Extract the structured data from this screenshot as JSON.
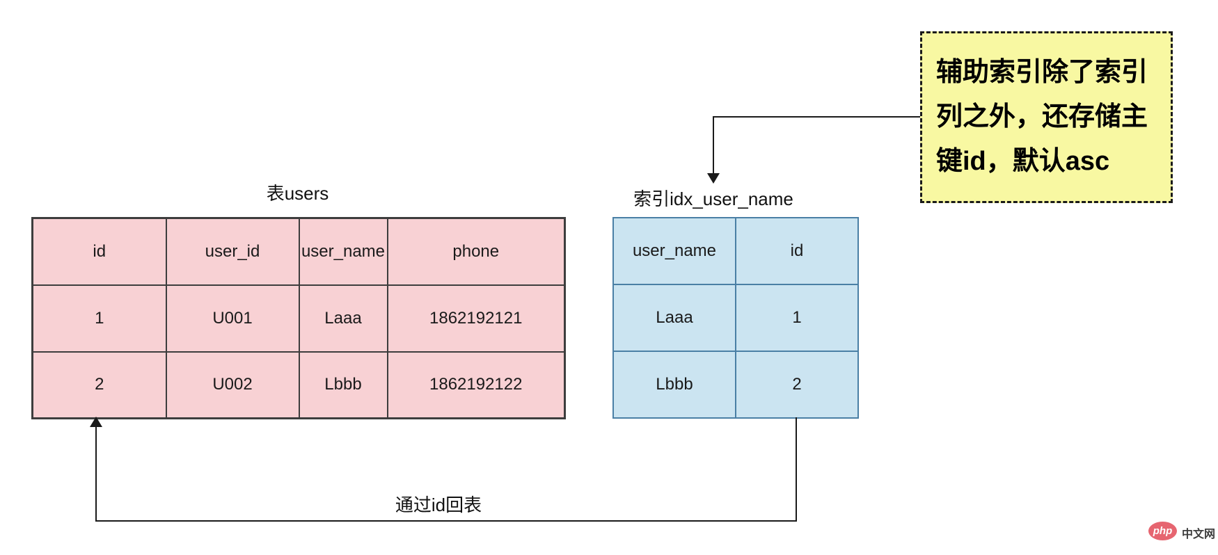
{
  "users_table": {
    "label": "表users",
    "header": [
      "id",
      "user_id",
      "user_name",
      "phone"
    ],
    "rows": [
      [
        "1",
        "U001",
        "Laaa",
        "1862192121"
      ],
      [
        "2",
        "U002",
        "Lbbb",
        "1862192122"
      ]
    ]
  },
  "index_table": {
    "label": "索引idx_user_name",
    "header": [
      "user_name",
      "id"
    ],
    "rows": [
      [
        "Laaa",
        "1"
      ],
      [
        "Lbbb",
        "2"
      ]
    ]
  },
  "note": {
    "text": "辅助索引除了索引列之外，还存储主键id，默认asc",
    "lines": [
      "辅助索引除了索引",
      "列之外，还存储主",
      "键id，默认asc"
    ]
  },
  "arrows": {
    "loop_label": "通过id回表"
  },
  "watermark": {
    "logo_text": "php",
    "site_text": "中文网"
  },
  "colors": {
    "users_table_fill": "#f8d1d4",
    "users_table_border": "#3d3d3d",
    "index_table_fill": "#cbe4f1",
    "index_table_border": "#4a7fa5",
    "note_fill": "#f8f8a2",
    "note_border": "#1a1a1a",
    "arrow": "#1a1a1a",
    "watermark_logo": "#e66570"
  }
}
